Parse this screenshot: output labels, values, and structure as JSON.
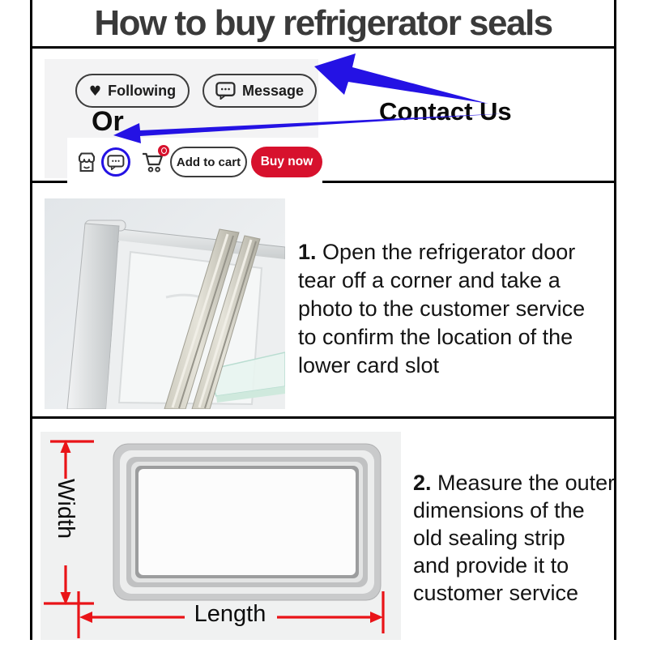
{
  "title": "How to buy refrigerator seals",
  "store_bar": {
    "following": "Following",
    "message": "Message",
    "or": "Or",
    "add_to_cart": "Add to cart",
    "buy_now": "Buy now"
  },
  "contact": {
    "label": "Contact Us"
  },
  "step1": {
    "number": "1.",
    "text": "Open the refrigerator door\ntear off a corner and take a\nphoto to the customer service\nto confirm the location of the\nlower card slot"
  },
  "step2": {
    "number": "2.",
    "text": "Measure the outer\ndimensions of the\nold sealing strip\nand provide it to\ncustomer service"
  },
  "measure": {
    "width": "Width",
    "length": "Length"
  },
  "icons": {
    "heart": "♥",
    "message_bubble": "speech-bubble",
    "store": "storefront",
    "chat": "speech-bubble",
    "cart": "shopping-cart",
    "cart_badge": "red-dot"
  },
  "colors": {
    "annotation_blue": "#2412e4",
    "buy_now_red": "#d7112d",
    "measure_red": "#e91418",
    "title_gray": "#3a3a3a"
  }
}
